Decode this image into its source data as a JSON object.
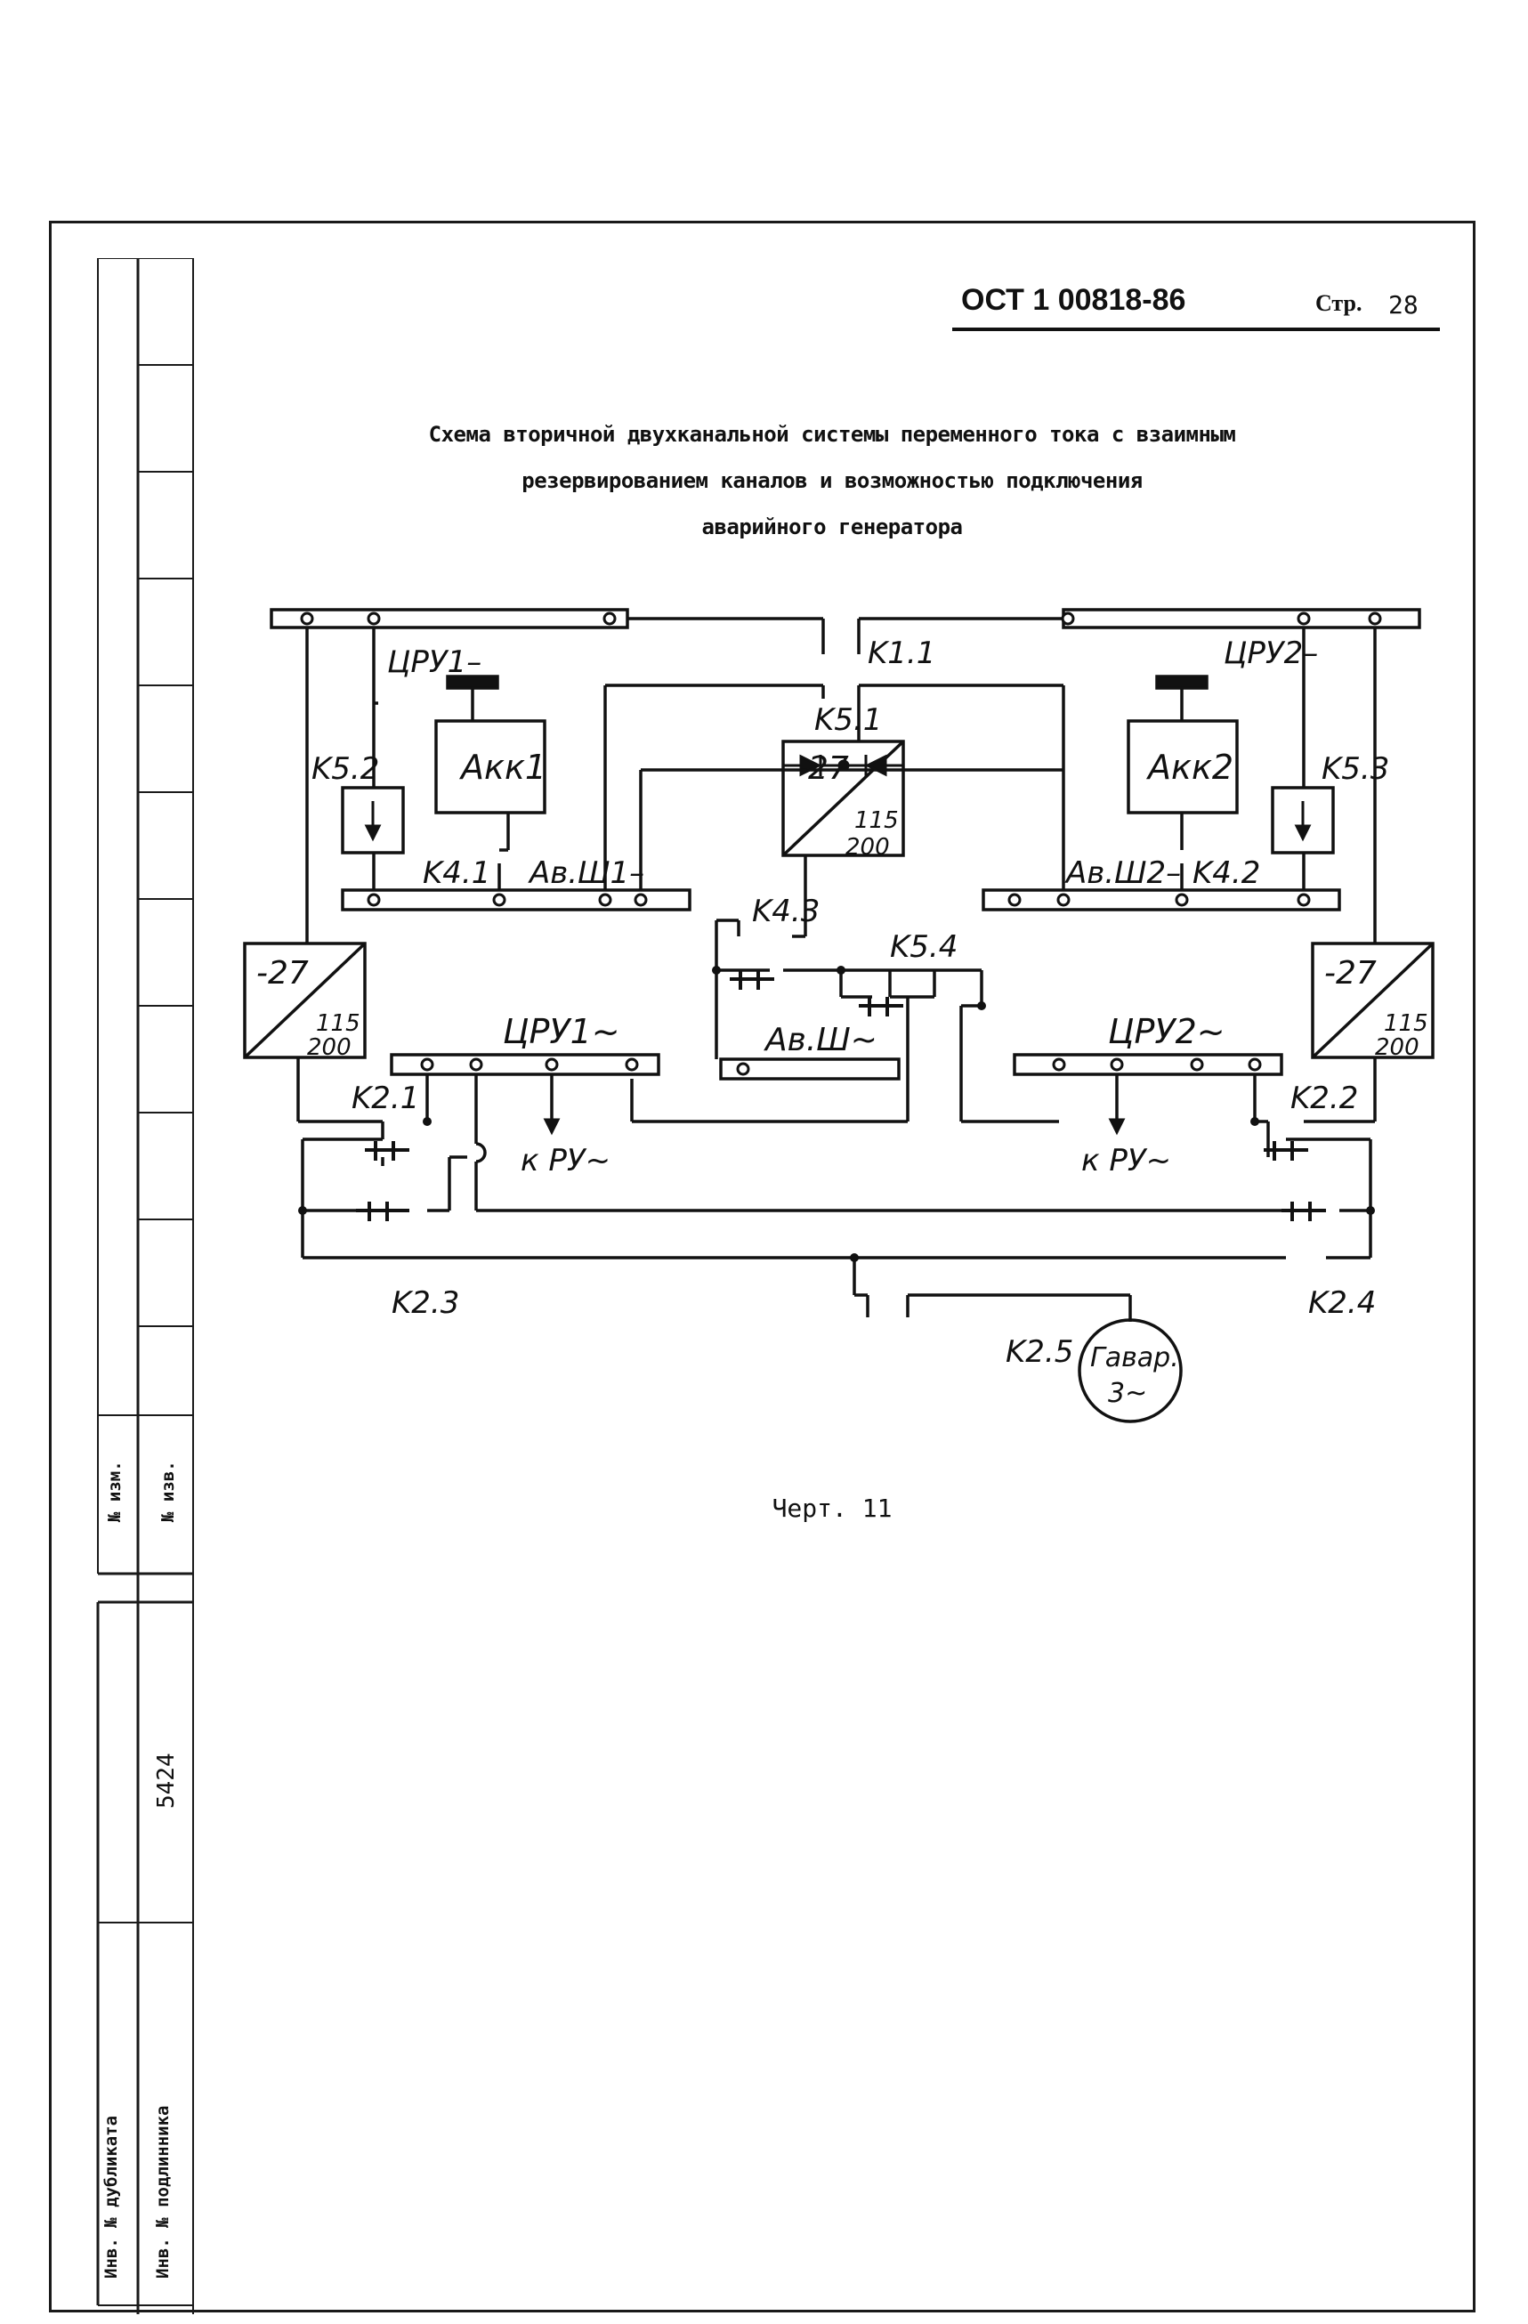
{
  "header": {
    "doc_code": "ОСТ 1 00818-86",
    "page_label": "Стр.",
    "page_number": "28"
  },
  "title": {
    "line1": "Схема вторичной двухканальной системы переменного тока с взаимным",
    "line2": "резервированием каналов и возможностью подключения",
    "line3": "аварийного генератора"
  },
  "caption": "Черт. 11",
  "stamp": {
    "izm_1": "№ изм.",
    "izm_2": "№ изв.",
    "inv_dup": "Инв. № дубликата",
    "inv_orig": "Инв. № подлинника",
    "inv_number": "5424"
  },
  "diagram": {
    "labels": {
      "k11": "K1.1",
      "cru1": "ЦРУ1–",
      "cru2": "ЦРУ2–",
      "akk1": "Акк1",
      "akk2": "Акк2",
      "k51": "K5.1",
      "k52": "K5.2",
      "k53": "K5.3",
      "k41": "K4.1",
      "k42": "K4.2",
      "k43": "K4.3",
      "k54": "K5.4",
      "avsh1": "Ав.Ш1–",
      "avsh2": "Ав.Ш2–",
      "avsh_ac": "Ав.Ш~",
      "cru1_ac": "ЦРУ1~",
      "cru2_ac": "ЦРУ2~",
      "conv_dc": "-27",
      "conv_ac_top": "115",
      "conv_ac_bottom": "200",
      "k21": "K2.1",
      "k22": "K2.2",
      "k23": "K2.3",
      "k24": "K2.4",
      "k25": "K2.5",
      "kru1": "к РУ~",
      "kru2": "к РУ~",
      "gen_line1": "Гавар.",
      "gen_line2": "3~"
    }
  }
}
